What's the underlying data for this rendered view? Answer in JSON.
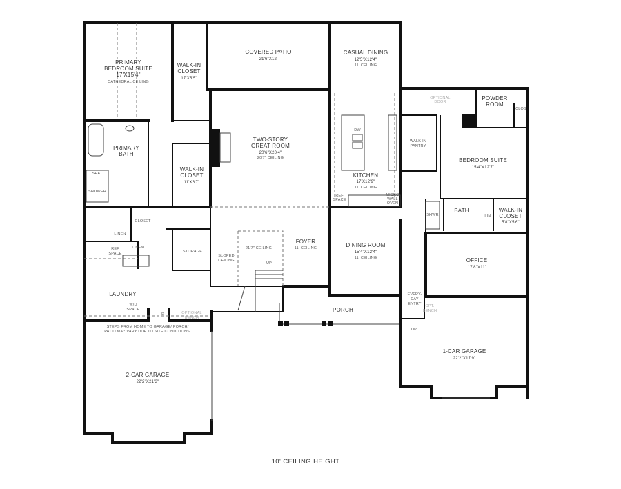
{
  "rooms": {
    "primary_bedroom": {
      "name_1": "PRIMARY",
      "name_2": "BEDROOM SUITE",
      "size": "17'X15'4\"",
      "note": "CATHEDRAL CEILING"
    },
    "walk_in_closet_1": {
      "name_1": "WALK-IN",
      "name_2": "CLOSET",
      "size": "17'X5'5\""
    },
    "covered_patio": {
      "name": "COVERED PATIO",
      "size": "21'6\"X12'"
    },
    "casual_dining": {
      "name": "CASUAL DINING",
      "size": "12'5\"X12'4\"",
      "note": "11' CEILING"
    },
    "great_room": {
      "name_1": "TWO-STORY",
      "name_2": "GREAT ROOM",
      "size": "20'6\"X20'4\"",
      "note": "20'7\" CEILING"
    },
    "primary_bath": {
      "name_1": "PRIMARY",
      "name_2": "BATH"
    },
    "walk_in_closet_2": {
      "name_1": "WALK-IN",
      "name_2": "CLOSET",
      "size": "11'X6'7\""
    },
    "kitchen": {
      "name": "KITCHEN",
      "size": "17'X12'9\"",
      "note": "11' CEILING",
      "dw": "DW",
      "ref_1": "REF",
      "ref_2": "SPACE",
      "micro_1": "MICRO",
      "micro_2": "WALL",
      "micro_3": "OVEN"
    },
    "walk_in_pantry": {
      "name_1": "WALK-IN",
      "name_2": "PANTRY"
    },
    "optional_door": {
      "name_1": "OPTIONAL",
      "name_2": "DOOR"
    },
    "powder_room": {
      "name_1": "POWDER",
      "name_2": "ROOM",
      "clos": "CLOS"
    },
    "bedroom_suite": {
      "name": "BEDROOM SUITE",
      "size": "15'4\"X12'7\""
    },
    "bath": {
      "name": "BATH",
      "shower": "SHWR",
      "lin": "LIN"
    },
    "walk_in_closet_3": {
      "name_1": "WALK-IN",
      "name_2": "CLOSET",
      "size": "5'8\"X5'6\""
    },
    "seat_shower": {
      "seat": "SEAT",
      "shower": "SHOWER"
    },
    "linen_1": "LINEN",
    "closet": "CLOSET",
    "linen_2": "LINEN",
    "laundry": {
      "name": "LAUNDRY",
      "ref_1": "REF",
      "ref_2": "SPACE",
      "wd_1": "W/D",
      "wd_2": "SPACE",
      "up": "UP",
      "bench_1": "OPTIONAL",
      "bench_2": "BENCH"
    },
    "storage": "STORAGE",
    "sloped_ceiling": {
      "line_1": "SLOPED",
      "line_2": "CEILING"
    },
    "stair": {
      "ceiling": "21'7\" CEILING",
      "up": "UP"
    },
    "foyer": {
      "name": "FOYER",
      "note": "11' CEILING"
    },
    "dining_room": {
      "name": "DINING ROOM",
      "size": "15'4\"X12'4\"",
      "note": "11' CEILING"
    },
    "office": {
      "name": "OFFICE",
      "size": "17'8\"X11'"
    },
    "everyday_entry": {
      "line_1": "EVERY-",
      "line_2": "DAY",
      "line_3": "ENTRY",
      "bench_1": "OPT.",
      "bench_2": "BENCH",
      "up": "UP"
    },
    "porch": "PORCH",
    "garage_2car": {
      "name": "2-CAR GARAGE",
      "size": "22'2\"X21'3\""
    },
    "garage_1car": {
      "name": "1-CAR GARAGE",
      "size": "22'2\"X17'9\""
    }
  },
  "notes": {
    "steps_1": "STEPS FROM HOME TO GARAGE/ PORCH/",
    "steps_2": "PATIO MAY VARY DUE TO SITE CONDITIONS."
  },
  "footer": "10' CEILING HEIGHT"
}
